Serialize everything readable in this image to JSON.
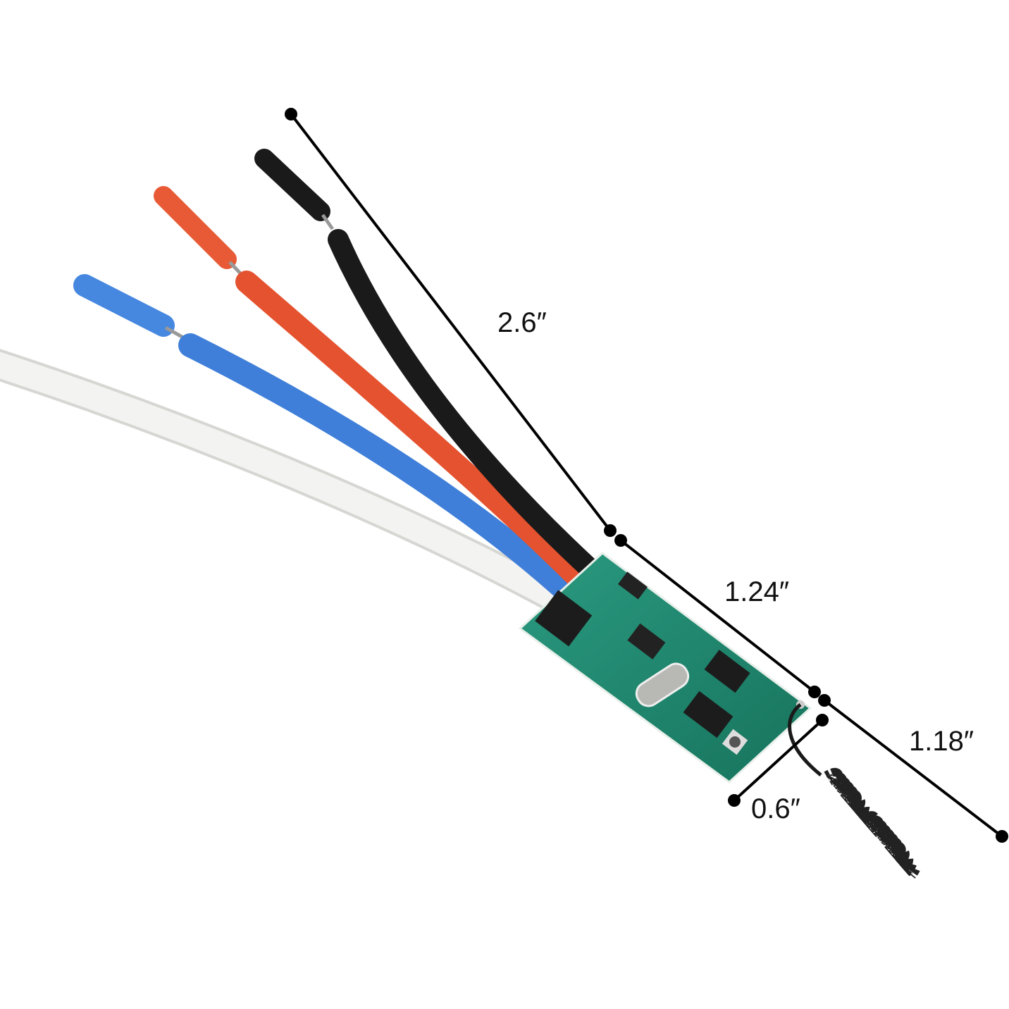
{
  "dimensions": {
    "wire_length": "2.6″",
    "board_length": "1.24″",
    "antenna_length": "1.18″",
    "board_width": "0.6″"
  },
  "wires": [
    {
      "color": "#1a1a1a",
      "name": "black"
    },
    {
      "color": "#e5522f",
      "name": "red"
    },
    {
      "color": "#3f7fd9",
      "name": "blue"
    },
    {
      "color": "#f0f0ee",
      "name": "white"
    }
  ],
  "pcb_color": "#1e8a6e",
  "annotation_color": "#000000"
}
